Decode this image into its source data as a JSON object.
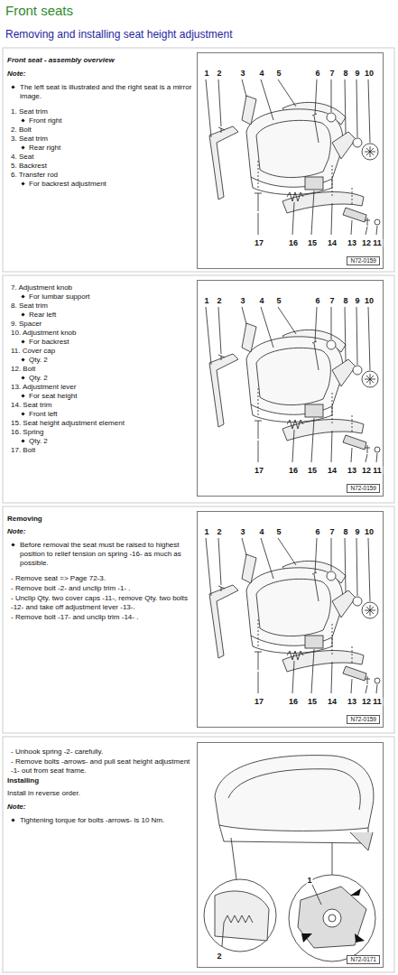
{
  "diagram": {
    "title": "Front seats",
    "nodes": [
      {
        "text": [
          "N72-0159"
        ]
      },
      {
        "text": [
          "N72-0159"
        ]
      },
      {
        "text": [
          "N72-0159"
        ]
      },
      {
        "text": [
          "N72-0171"
        ]
      }
    ],
    "labels": [
      "Removing and installing seat height adjustment",
      "Front seat - assembly overview",
      "Note:",
      "The left seat is illustrated and the right seat is a mirror image.",
      "1. Seat trim",
      "Front right",
      "2. Bolt",
      "3. Seat trim",
      "Rear right",
      "4. Seat",
      "5. Backrest",
      "6. Transfer rod",
      "For backrest adjustment",
      "7. Adjustment knob",
      "For lumbar support",
      "8. Seat trim",
      "Rear left",
      "9. Spacer",
      "10. Adjustment knob",
      "For backrest",
      "11. Cover cap",
      "Qty. 2",
      "12. Bolt",
      "Qty. 2",
      "13. Adjustment lever",
      "For seat height",
      "14. Seat trim",
      "Front left",
      "15. Seat height adjustment element",
      "16. Spring",
      "Qty. 2",
      "17. Bolt",
      "Removing",
      "Note:",
      "Before removal the seat must be raised to highest position to relief tension on spring -16- as much as possible.",
      "- Remove seat => Page 72-3.",
      "- Remove bolt -2- and unclip trim -1- .",
      "- Unclip Qty. two cover caps -11-, remove Qty. two bolts -12- and take off adjustment lever -13-.",
      "- Remove bolt -17- and unclip trim -14- .",
      "- Unhook spring -2- carefully.",
      "- Remove bolts -arrows- and pull seat height adjustment -1- out from seat frame.",
      "Installing",
      "Install in reverse order.",
      "Note:",
      "Tightening torque for bolts -arrows- is 10 Nm.",
      "1",
      "2",
      "3",
      "4",
      "5",
      "6",
      "7",
      "8",
      "9",
      "10",
      "17",
      "16",
      "15",
      "14",
      "13",
      "12",
      "11",
      "1",
      "2",
      "3",
      "4",
      "5",
      "6",
      "7",
      "8",
      "9",
      "10",
      "17",
      "16",
      "15",
      "14",
      "13",
      "12",
      "11",
      "1",
      "2",
      "3",
      "4",
      "5",
      "6",
      "7",
      "8",
      "9",
      "10",
      "17",
      "16",
      "15",
      "14",
      "13",
      "12",
      "11",
      "1",
      "2"
    ]
  }
}
